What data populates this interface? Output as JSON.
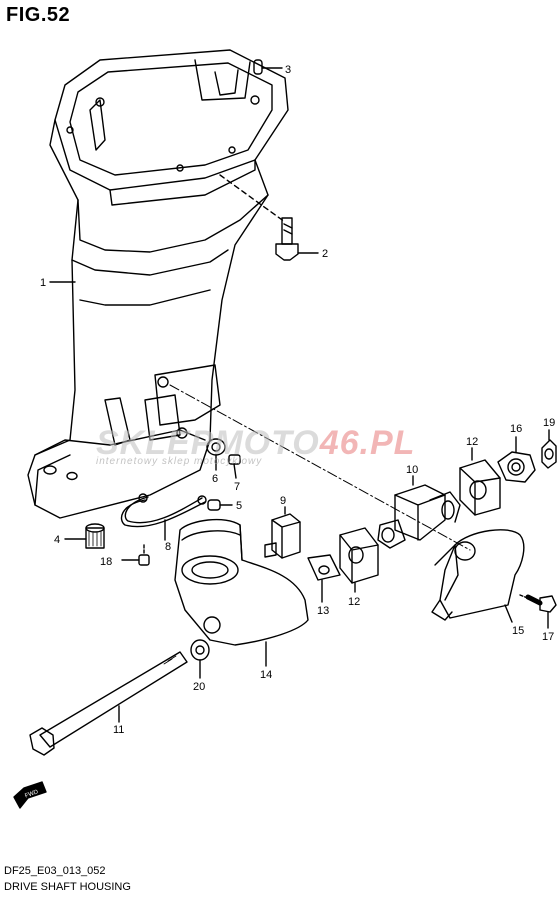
{
  "figure": {
    "title": "FIG.52",
    "code": "DF25_E03_013_052",
    "caption": "DRIVE SHAFT HOUSING"
  },
  "watermark": {
    "main": "SKLEPMOTO",
    "accent": "46.PL",
    "sub": "internetowy sklep motocyklowy"
  },
  "fwd_label": "FWD",
  "callouts": [
    {
      "id": "1",
      "label": "1"
    },
    {
      "id": "2",
      "label": "2"
    },
    {
      "id": "3",
      "label": "3"
    },
    {
      "id": "4",
      "label": "4"
    },
    {
      "id": "5",
      "label": "5"
    },
    {
      "id": "6",
      "label": "6"
    },
    {
      "id": "7",
      "label": "7"
    },
    {
      "id": "8",
      "label": "8"
    },
    {
      "id": "9",
      "label": "9"
    },
    {
      "id": "10",
      "label": "10"
    },
    {
      "id": "11",
      "label": "11"
    },
    {
      "id": "12a",
      "label": "12"
    },
    {
      "id": "12b",
      "label": "12"
    },
    {
      "id": "13",
      "label": "13"
    },
    {
      "id": "14",
      "label": "14"
    },
    {
      "id": "15",
      "label": "15"
    },
    {
      "id": "16",
      "label": "16"
    },
    {
      "id": "17",
      "label": "17"
    },
    {
      "id": "18",
      "label": "18"
    },
    {
      "id": "19",
      "label": "19"
    },
    {
      "id": "20",
      "label": "20"
    }
  ]
}
